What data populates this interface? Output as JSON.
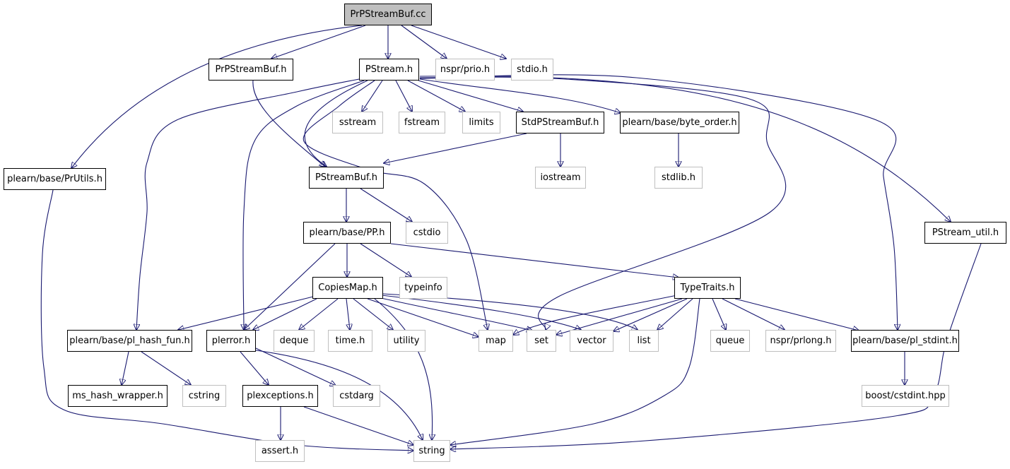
{
  "graph": {
    "edge_color": "#191970",
    "nodes": [
      {
        "id": "prpstreambuf_cc",
        "label": "PrPStreamBuf.cc",
        "kind": "root"
      },
      {
        "id": "pr_utils",
        "label": "plearn/base/PrUtils.h",
        "kind": "local"
      },
      {
        "id": "prpstreambuf_h",
        "label": "PrPStreamBuf.h",
        "kind": "local"
      },
      {
        "id": "pstream_h",
        "label": "PStream.h",
        "kind": "local"
      },
      {
        "id": "nspr_prio",
        "label": "nspr/prio.h",
        "kind": "external"
      },
      {
        "id": "stdio_h",
        "label": "stdio.h",
        "kind": "external"
      },
      {
        "id": "sstream",
        "label": "sstream",
        "kind": "external"
      },
      {
        "id": "fstream",
        "label": "fstream",
        "kind": "external"
      },
      {
        "id": "limits",
        "label": "limits",
        "kind": "external"
      },
      {
        "id": "stdpstreambuf",
        "label": "StdPStreamBuf.h",
        "kind": "local"
      },
      {
        "id": "byte_order",
        "label": "plearn/base/byte_order.h",
        "kind": "local"
      },
      {
        "id": "pstreambuf_h",
        "label": "PStreamBuf.h",
        "kind": "local"
      },
      {
        "id": "iostream",
        "label": "iostream",
        "kind": "external"
      },
      {
        "id": "stdlib_h",
        "label": "stdlib.h",
        "kind": "external"
      },
      {
        "id": "pp_h",
        "label": "plearn/base/PP.h",
        "kind": "local"
      },
      {
        "id": "cstdio",
        "label": "cstdio",
        "kind": "external"
      },
      {
        "id": "pstream_util",
        "label": "PStream_util.h",
        "kind": "local"
      },
      {
        "id": "copiesmap",
        "label": "CopiesMap.h",
        "kind": "local"
      },
      {
        "id": "typeinfo",
        "label": "typeinfo",
        "kind": "external"
      },
      {
        "id": "typetraits",
        "label": "TypeTraits.h",
        "kind": "local"
      },
      {
        "id": "pl_hash_fun",
        "label": "plearn/base/pl_hash_fun.h",
        "kind": "local"
      },
      {
        "id": "plerror",
        "label": "plerror.h",
        "kind": "local"
      },
      {
        "id": "deque",
        "label": "deque",
        "kind": "external"
      },
      {
        "id": "time_h",
        "label": "time.h",
        "kind": "external"
      },
      {
        "id": "utility",
        "label": "utility",
        "kind": "external"
      },
      {
        "id": "map",
        "label": "map",
        "kind": "external"
      },
      {
        "id": "set",
        "label": "set",
        "kind": "external"
      },
      {
        "id": "vector",
        "label": "vector",
        "kind": "external"
      },
      {
        "id": "list",
        "label": "list",
        "kind": "external"
      },
      {
        "id": "queue",
        "label": "queue",
        "kind": "external"
      },
      {
        "id": "nspr_prlong",
        "label": "nspr/prlong.h",
        "kind": "external"
      },
      {
        "id": "pl_stdint",
        "label": "plearn/base/pl_stdint.h",
        "kind": "local"
      },
      {
        "id": "ms_hash_wrapper",
        "label": "ms_hash_wrapper.h",
        "kind": "local"
      },
      {
        "id": "cstring",
        "label": "cstring",
        "kind": "external"
      },
      {
        "id": "plexceptions",
        "label": "plexceptions.h",
        "kind": "local"
      },
      {
        "id": "cstdarg",
        "label": "cstdarg",
        "kind": "external"
      },
      {
        "id": "boost_cstdint",
        "label": "boost/cstdint.hpp",
        "kind": "external"
      },
      {
        "id": "assert_h",
        "label": "assert.h",
        "kind": "external"
      },
      {
        "id": "string",
        "label": "string",
        "kind": "external"
      }
    ],
    "edges": [
      {
        "from": "prpstreambuf_cc",
        "to": "pr_utils"
      },
      {
        "from": "prpstreambuf_cc",
        "to": "prpstreambuf_h"
      },
      {
        "from": "prpstreambuf_cc",
        "to": "pstream_h"
      },
      {
        "from": "prpstreambuf_cc",
        "to": "nspr_prio"
      },
      {
        "from": "prpstreambuf_cc",
        "to": "stdio_h"
      },
      {
        "from": "pr_utils",
        "to": "string"
      },
      {
        "from": "prpstreambuf_h",
        "to": "pstreambuf_h"
      },
      {
        "from": "pstream_h",
        "to": "sstream"
      },
      {
        "from": "pstream_h",
        "to": "fstream"
      },
      {
        "from": "pstream_h",
        "to": "limits"
      },
      {
        "from": "pstream_h",
        "to": "stdpstreambuf"
      },
      {
        "from": "pstream_h",
        "to": "byte_order"
      },
      {
        "from": "pstream_h",
        "to": "pstreambuf_h"
      },
      {
        "from": "pstream_h",
        "to": "pl_hash_fun"
      },
      {
        "from": "pstream_h",
        "to": "plerror"
      },
      {
        "from": "pstream_h",
        "to": "map"
      },
      {
        "from": "pstream_h",
        "to": "set"
      },
      {
        "from": "pstream_h",
        "to": "pl_stdint"
      },
      {
        "from": "pstream_h",
        "to": "pstream_util"
      },
      {
        "from": "stdpstreambuf",
        "to": "pstreambuf_h"
      },
      {
        "from": "stdpstreambuf",
        "to": "iostream"
      },
      {
        "from": "byte_order",
        "to": "stdlib_h"
      },
      {
        "from": "pstreambuf_h",
        "to": "pp_h"
      },
      {
        "from": "pstreambuf_h",
        "to": "cstdio"
      },
      {
        "from": "pp_h",
        "to": "copiesmap"
      },
      {
        "from": "pp_h",
        "to": "typeinfo"
      },
      {
        "from": "pp_h",
        "to": "typetraits"
      },
      {
        "from": "pp_h",
        "to": "plerror"
      },
      {
        "from": "pstream_util",
        "to": "string"
      },
      {
        "from": "copiesmap",
        "to": "pl_hash_fun"
      },
      {
        "from": "copiesmap",
        "to": "plerror"
      },
      {
        "from": "copiesmap",
        "to": "deque"
      },
      {
        "from": "copiesmap",
        "to": "time_h"
      },
      {
        "from": "copiesmap",
        "to": "utility"
      },
      {
        "from": "copiesmap",
        "to": "map"
      },
      {
        "from": "copiesmap",
        "to": "set"
      },
      {
        "from": "copiesmap",
        "to": "vector"
      },
      {
        "from": "copiesmap",
        "to": "list"
      },
      {
        "from": "copiesmap",
        "to": "string"
      },
      {
        "from": "typetraits",
        "to": "map"
      },
      {
        "from": "typetraits",
        "to": "set"
      },
      {
        "from": "typetraits",
        "to": "vector"
      },
      {
        "from": "typetraits",
        "to": "list"
      },
      {
        "from": "typetraits",
        "to": "queue"
      },
      {
        "from": "typetraits",
        "to": "nspr_prlong"
      },
      {
        "from": "typetraits",
        "to": "pl_stdint"
      },
      {
        "from": "typetraits",
        "to": "string"
      },
      {
        "from": "pl_hash_fun",
        "to": "ms_hash_wrapper"
      },
      {
        "from": "pl_hash_fun",
        "to": "cstring"
      },
      {
        "from": "plerror",
        "to": "plexceptions"
      },
      {
        "from": "plerror",
        "to": "cstdarg"
      },
      {
        "from": "plerror",
        "to": "string"
      },
      {
        "from": "plexceptions",
        "to": "assert_h"
      },
      {
        "from": "plexceptions",
        "to": "string"
      },
      {
        "from": "pl_stdint",
        "to": "boost_cstdint"
      }
    ]
  }
}
